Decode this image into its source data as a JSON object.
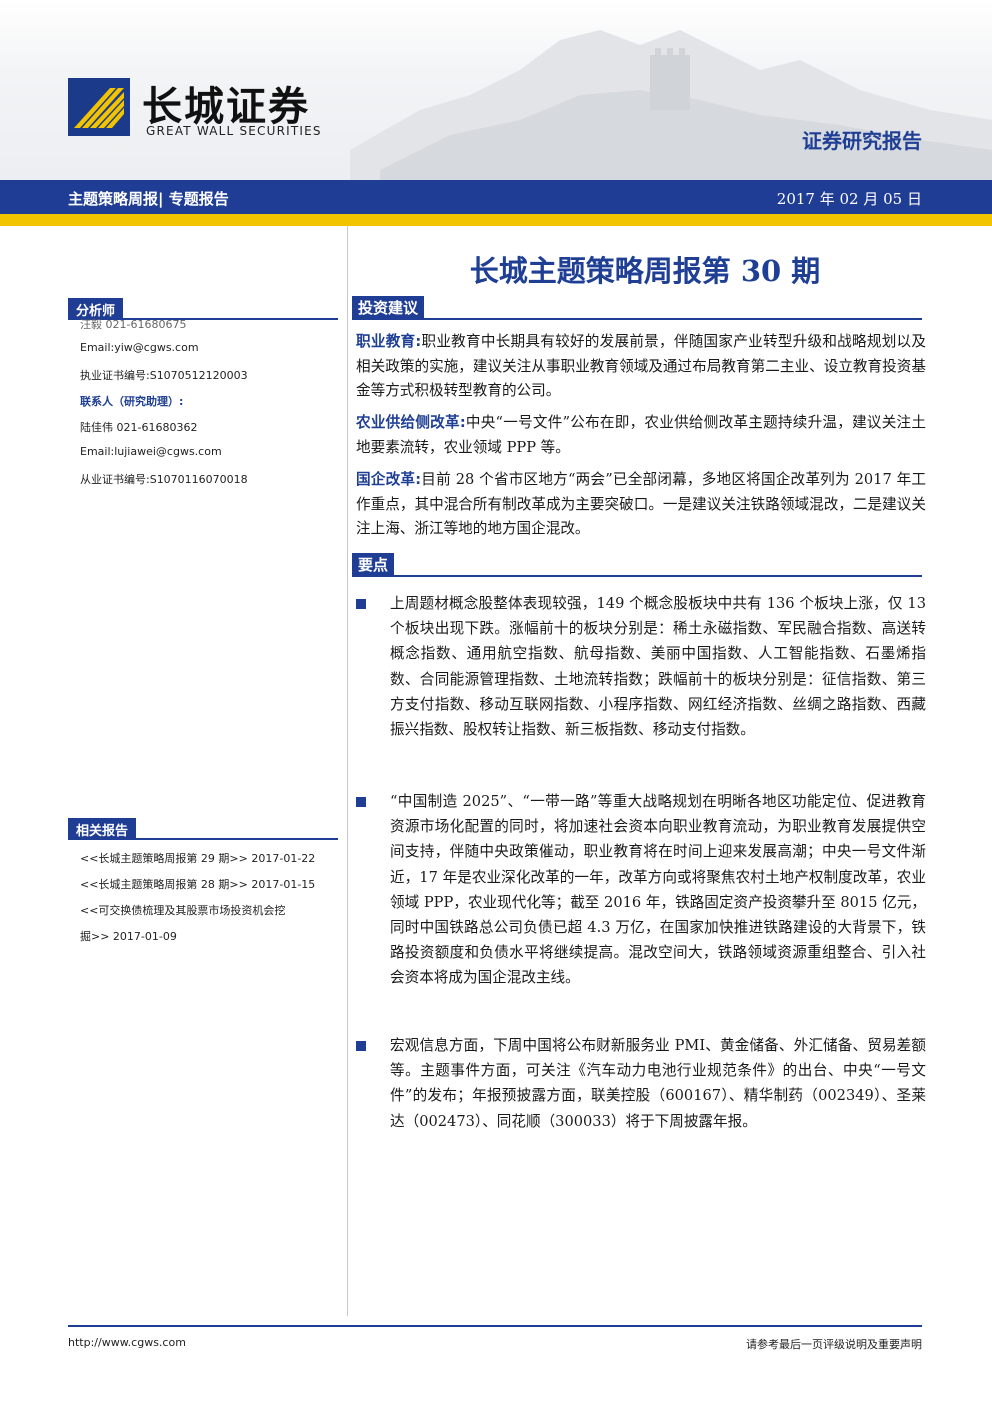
{
  "header": {
    "logo_cn": "长城证券",
    "logo_en": "GREAT WALL SECURITIES",
    "report_type": "证券研究报告",
    "category": "主题策略周报| 专题报告",
    "date": "2017 年 02 月 05 日"
  },
  "title": "长城主题策略周报第 30 期",
  "sidebar": {
    "analyst_heading": "分析师",
    "analyst_lines": [
      "汪毅 021-61680675",
      "Email:yiw@cgws.com",
      "执业证书编号:S1070512120003"
    ],
    "contact_heading": "联系人（研究助理）:",
    "contact_lines": [
      "陆佳伟 021-61680362",
      "Email:lujiawei@cgws.com",
      "从业证书编号:S1070116070018"
    ],
    "related_heading": "相关报告",
    "related_lines": [
      "<<长城主题策略周报第 29 期>> 2017-01-22",
      "<<长城主题策略周报第 28 期>> 2017-01-15",
      "<<可交换债梳理及其股票市场投资机会挖",
      "掘>> 2017-01-09"
    ]
  },
  "sections": {
    "advice_heading": "投资建议",
    "advice": [
      {
        "label": "职业教育:",
        "text": "职业教育中长期具有较好的发展前景，伴随国家产业转型升级和战略规划以及相关政策的实施，建议关注从事职业教育领域及通过布局教育第二主业、设立教育投资基金等方式积极转型教育的公司。"
      },
      {
        "label": "农业供给侧改革:",
        "text": "中央“一号文件”公布在即，农业供给侧改革主题持续升温，建议关注土地要素流转，农业领域 PPP 等。"
      },
      {
        "label": "国企改革:",
        "text": "目前 28 个省市区地方“两会”已全部闭幕，多地区将国企改革列为 2017 年工作重点，其中混合所有制改革成为主要突破口。一是建议关注铁路领域混改，二是建议关注上海、浙江等地的地方国企混改。"
      }
    ],
    "points_heading": "要点",
    "points": [
      "上周题材概念股整体表现较强，149 个概念股板块中共有 136 个板块上涨，仅 13 个板块出现下跌。涨幅前十的板块分别是：稀土永磁指数、军民融合指数、高送转概念指数、通用航空指数、航母指数、美丽中国指数、人工智能指数、石墨烯指数、合同能源管理指数、土地流转指数；跌幅前十的板块分别是：征信指数、第三方支付指数、移动互联网指数、小程序指数、网红经济指数、丝绸之路指数、西藏振兴指数、股权转让指数、新三板指数、移动支付指数。",
      "“中国制造 2025”、“一带一路”等重大战略规划在明晰各地区功能定位、促进教育资源市场化配置的同时，将加速社会资本向职业教育流动，为职业教育发展提供空间支持，伴随中央政策催动，职业教育将在时间上迎来发展高潮；中央一号文件渐近，17 年是农业深化改革的一年，改革方向或将聚焦农村土地产权制度改革，农业领域 PPP，农业现代化等；截至 2016 年，铁路固定资产投资攀升至 8015 亿元，同时中国铁路总公司负债已超 4.3 万亿，在国家加快推进铁路建设的大背景下，铁路投资额度和负债水平将继续提高。混改空间大，铁路领域资源重组整合、引入社会资本将成为国企混改主线。",
      "宏观信息方面，下周中国将公布财新服务业 PMI、黄金储备、外汇储备、贸易差额等。主题事件方面，可关注《汽车动力电池行业规范条件》的出台、中央“一号文件”的发布；年报预披露方面，联美控股（600167）、精华制药（002349）、圣莱达（002473）、同花顺（300033）将于下周披露年报。"
    ]
  },
  "footer": {
    "website": "http://www.cgws.com",
    "disclaimer": "请参考最后一页评级说明及重要声明"
  },
  "colors": {
    "brand_blue": "#1f3d94",
    "accent_yellow": "#f2c400"
  }
}
